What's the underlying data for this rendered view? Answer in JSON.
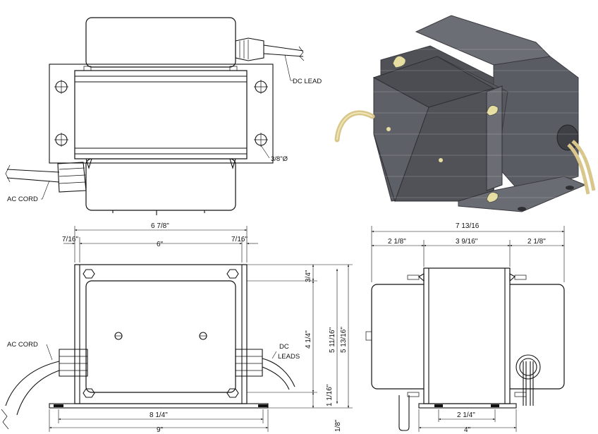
{
  "labels": {
    "dc_leads_top": "DC LEAD",
    "hole_dia": "3/8\"Ø",
    "ac_cord_top": "AC CORD",
    "ac_cord_front": "AC CORD",
    "dc_leads_front_1": "DC",
    "dc_leads_front_2": "LEADS"
  },
  "front_dims": {
    "overall_top": "6 7/8\"",
    "left_offset": "7/16\"",
    "center": "6\"",
    "right_offset": "7/16\"",
    "top_margin": "3/4\"",
    "height_mid": "4 1/4\"",
    "height_inner": "5 11/16\"",
    "height_total": "5 13/16\"",
    "bottom_margin": "1 1/16\"",
    "base_thk": "1/8\"",
    "base_span": "8 1/4\"",
    "base_total": "9\""
  },
  "side_dims": {
    "overall": "7 13/16",
    "left": "2 1/8\"",
    "center": "3 9/16\"",
    "right": "2 1/8\"",
    "foot_span": "2 1/4\"",
    "foot_total": "4\""
  },
  "render_3d": {
    "body_color": "#5d5f66",
    "shade_color": "#4a4c52",
    "cable_color": "#d8c68a"
  }
}
